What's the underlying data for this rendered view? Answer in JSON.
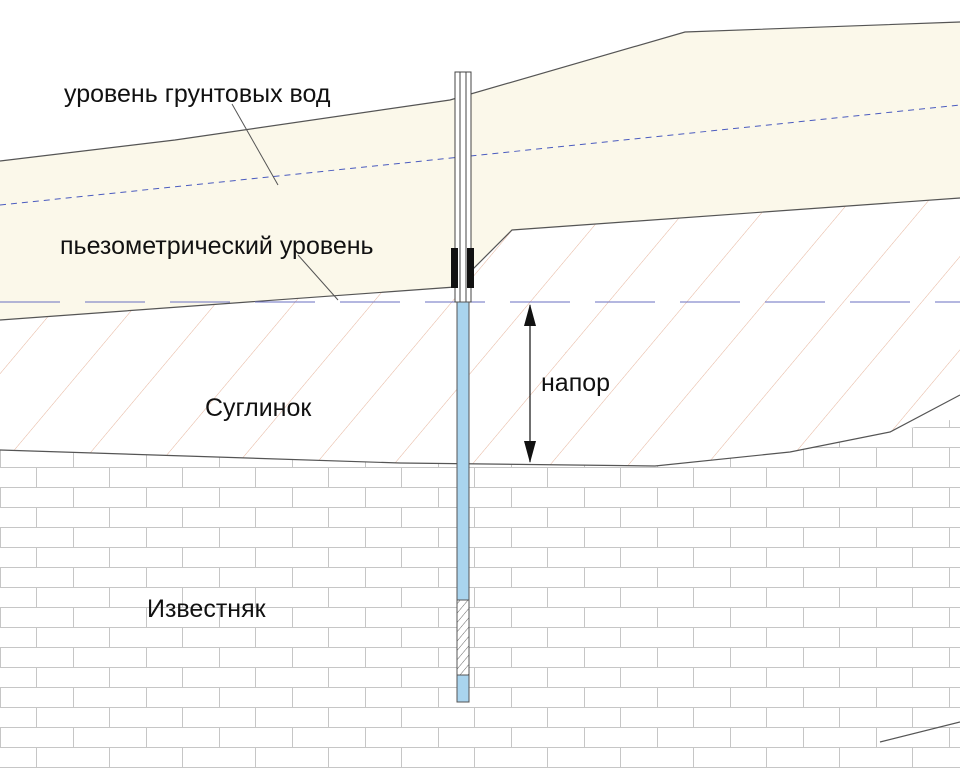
{
  "labels": {
    "groundwater_level": "уровень грунтовых вод",
    "piezometric_level": "пьезометрический уровень",
    "head": "напор",
    "loam": "Суглинок",
    "limestone": "Известняк"
  },
  "colors": {
    "sand_fill": "#fbf8ea",
    "loam_hatch": "#e8b39a",
    "brick_line": "#bfbfbf",
    "water_blue": "#a9d4ee",
    "dashed_line": "#4a5bbf",
    "outline": "#555555"
  }
}
